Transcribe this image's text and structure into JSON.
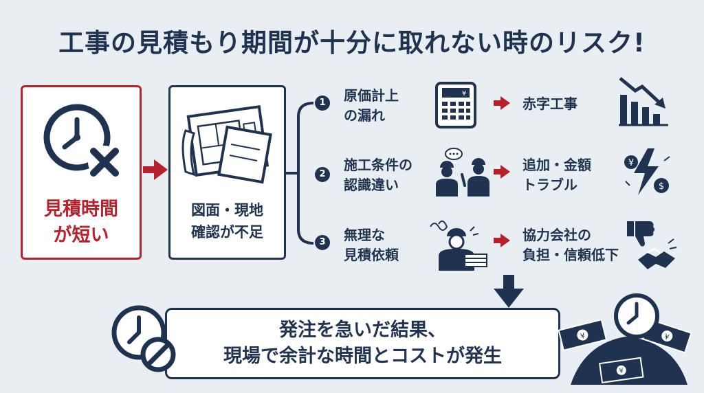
{
  "title": "工事の見積もり期間が十分に取れない時のリスク!",
  "cause": {
    "line1": "見積時間",
    "line2": "が短い"
  },
  "effect": {
    "line1": "図面・現地",
    "line2": "確認が不足"
  },
  "risks": [
    {
      "number": "1",
      "issue_line1": "原価計上",
      "issue_line2": "の漏れ",
      "result_line1": "赤字工事",
      "result_line2": ""
    },
    {
      "number": "2",
      "issue_line1": "施工条件の",
      "issue_line2": "認識違い",
      "result_line1": "追加・金額",
      "result_line2": "トラブル"
    },
    {
      "number": "3",
      "issue_line1": "無理な",
      "issue_line2": "見積依頼",
      "result_line1": "協力会社の",
      "result_line2": "負担・信頼低下"
    }
  ],
  "conclusion": {
    "line1": "発注を急いだ結果、",
    "line2": "現場で余計な時間とコストが発生"
  },
  "icons": {
    "calculator": "¥",
    "money_symbols": [
      "¥",
      "$"
    ],
    "banknote_symbol": "¥"
  },
  "colors": {
    "navy": "#1f3350",
    "red": "#b8202b",
    "background": "#e9eef2"
  }
}
